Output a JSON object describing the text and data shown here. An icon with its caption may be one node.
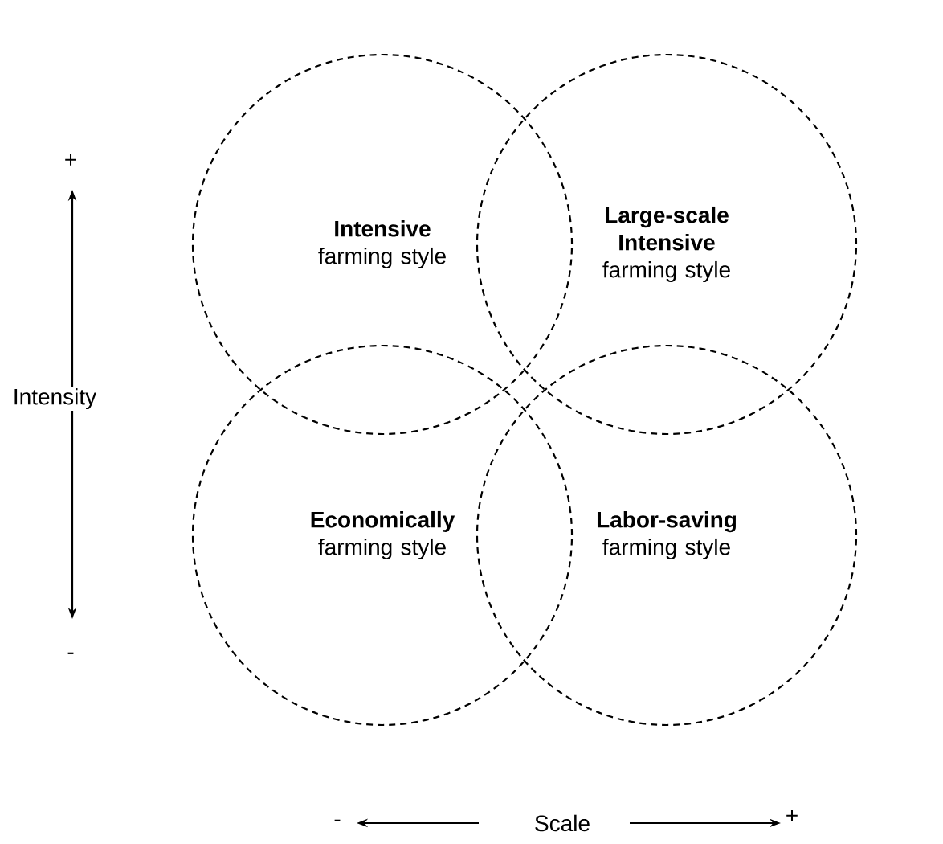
{
  "diagram": {
    "nodes": [
      {
        "text": [
          "Intensive",
          "farming style"
        ]
      },
      {
        "text": [
          "Large-scale Intensive",
          "farming style"
        ]
      },
      {
        "text": [
          "Economically",
          "farming style"
        ]
      },
      {
        "text": [
          "Labor-saving",
          "farming style"
        ]
      }
    ],
    "labels": [
      "+",
      "Intensity",
      "-",
      "-",
      "Scale",
      "+"
    ]
  }
}
